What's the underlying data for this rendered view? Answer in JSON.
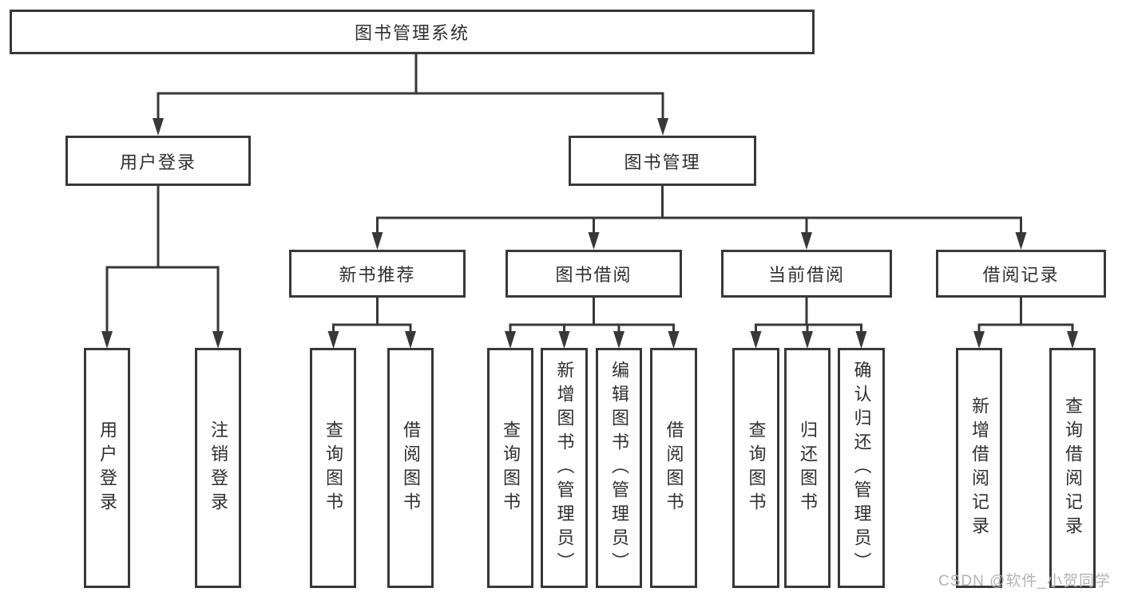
{
  "tree": {
    "root": "图书管理系统",
    "level2": [
      "用户登录",
      "图书管理"
    ],
    "level3": [
      "新书推荐",
      "图书借阅",
      "当前借阅",
      "借阅记录"
    ],
    "leaves": [
      "用户登录",
      "注销登录",
      "查询图书",
      "借阅图书",
      "查询图书",
      "新增图书（管理员）",
      "编辑图书（管理员）",
      "借阅图书",
      "查询图书",
      "归还图书",
      "确认归还（管理员）",
      "新增借阅记录",
      "查询借阅记录"
    ]
  },
  "watermark": "CSDN @软件_小贺同学",
  "colors": {
    "line": "#383838",
    "text": "#2f2f2f",
    "watermark": "#b3b3b3",
    "background": "#ffffff"
  }
}
